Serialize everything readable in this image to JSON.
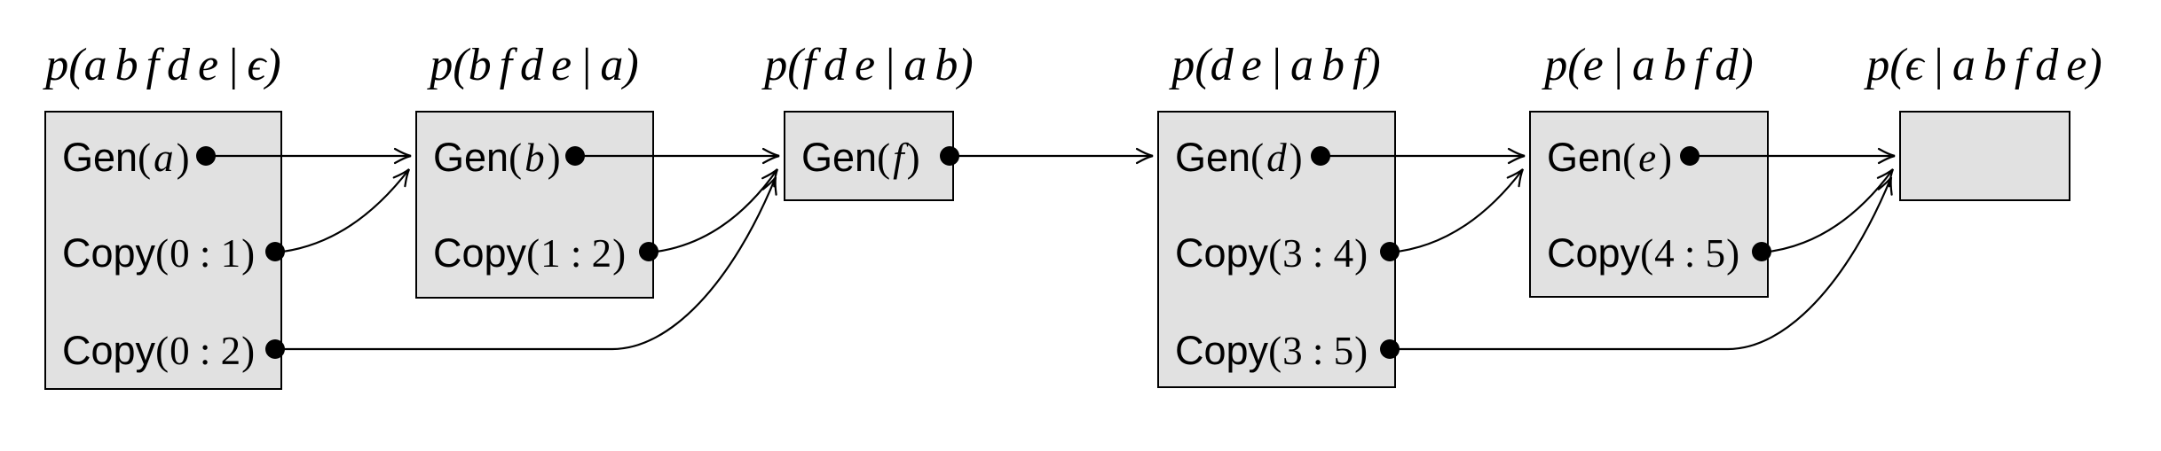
{
  "diagram": {
    "colors": {
      "background": "#ffffff",
      "box_fill": "#e1e1e1",
      "box_border": "#000000",
      "line": "#000000"
    },
    "steps": [
      {
        "title": "p(a b f d e | ϵ)",
        "items": [
          {
            "op": "Gen",
            "lp": "(",
            "arg": "a",
            "rp": ")"
          },
          {
            "op": "Copy",
            "lp": "(",
            "arg": "0 : 1",
            "rp": ")"
          },
          {
            "op": "Copy",
            "lp": "(",
            "arg": "0 : 2",
            "rp": ")"
          }
        ]
      },
      {
        "title": "p(b f d e | a)",
        "items": [
          {
            "op": "Gen",
            "lp": "(",
            "arg": "b",
            "rp": ")"
          },
          {
            "op": "Copy",
            "lp": "(",
            "arg": "1 : 2",
            "rp": ")"
          }
        ]
      },
      {
        "title": "p(f d e | a b)",
        "items": [
          {
            "op": "Gen",
            "lp": "(",
            "arg": "f",
            "rp": ")"
          }
        ]
      },
      {
        "title": "p(d e | a b f)",
        "items": [
          {
            "op": "Gen",
            "lp": "(",
            "arg": "d",
            "rp": ")"
          },
          {
            "op": "Copy",
            "lp": "(",
            "arg": "3 : 4",
            "rp": ")"
          },
          {
            "op": "Copy",
            "lp": "(",
            "arg": "3 : 5",
            "rp": ")"
          }
        ]
      },
      {
        "title": "p(e | a b f d)",
        "items": [
          {
            "op": "Gen",
            "lp": "(",
            "arg": "e",
            "rp": ")"
          },
          {
            "op": "Copy",
            "lp": "(",
            "arg": "4 : 5",
            "rp": ")"
          }
        ]
      },
      {
        "title": "p(ϵ | a b f d e)",
        "items": []
      }
    ],
    "connections": [
      {
        "from_step": 0,
        "from_item": 0,
        "to_step": 1,
        "shape": "straight"
      },
      {
        "from_step": 0,
        "from_item": 1,
        "to_step": 1,
        "shape": "arc"
      },
      {
        "from_step": 0,
        "from_item": 2,
        "to_step": 2,
        "shape": "under"
      },
      {
        "from_step": 1,
        "from_item": 0,
        "to_step": 2,
        "shape": "straight"
      },
      {
        "from_step": 1,
        "from_item": 1,
        "to_step": 2,
        "shape": "arc"
      },
      {
        "from_step": 2,
        "from_item": 0,
        "to_step": 3,
        "shape": "straight"
      },
      {
        "from_step": 3,
        "from_item": 0,
        "to_step": 4,
        "shape": "straight"
      },
      {
        "from_step": 3,
        "from_item": 1,
        "to_step": 4,
        "shape": "arc"
      },
      {
        "from_step": 3,
        "from_item": 2,
        "to_step": 5,
        "shape": "under"
      },
      {
        "from_step": 4,
        "from_item": 0,
        "to_step": 5,
        "shape": "straight"
      },
      {
        "from_step": 4,
        "from_item": 1,
        "to_step": 5,
        "shape": "arc"
      }
    ]
  }
}
